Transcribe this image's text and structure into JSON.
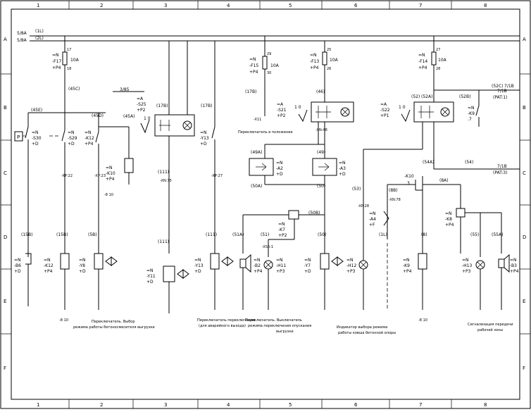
{
  "frame": {
    "columns": [
      "1",
      "2",
      "3",
      "4",
      "5",
      "6",
      "7",
      "8"
    ],
    "rows": [
      "A",
      "B",
      "C",
      "D",
      "E",
      "F"
    ]
  },
  "buses": {
    "bus1_ref": "5/8A",
    "bus1_name": "(1L)",
    "bus2_ref": "5/8A",
    "bus2_name": "(2L)",
    "bus3_ref": "3/85"
  },
  "fuses": [
    {
      "eq": "=N",
      "tag": "-F17",
      "loc": "+P4",
      "rating": "10A",
      "pin_top": "17",
      "pin_bot": "18"
    },
    {
      "eq": "=N",
      "tag": "-F15",
      "loc": "+P4",
      "rating": "10A",
      "pin_top": "29",
      "pin_bot": "30"
    },
    {
      "eq": "=N",
      "tag": "-F13",
      "loc": "+P4",
      "rating": "10A",
      "pin_top": "25",
      "pin_bot": "26"
    },
    {
      "eq": "=N",
      "tag": "-F14",
      "loc": "+P4",
      "rating": "10A",
      "pin_top": "27",
      "pin_bot": "28"
    }
  ],
  "wires": {
    "w45C": "(45C)",
    "w45E": "(45E)",
    "w45D": "(45D)",
    "w45A": "(45A)",
    "w17B_1": "(17B)",
    "w17B_2": "(17B)",
    "w17B_3": "(17B)",
    "w111_1": "(111)",
    "w111_2": "(111)",
    "w111_3": "(111)",
    "w46": "(46)",
    "w49A": "(49A)",
    "w49": "(49)",
    "w50A": "(50A)",
    "w50": "(50)",
    "w50B": "(50B)",
    "w51A": "(51A)",
    "w51": "(51)",
    "w50_b": "(50)",
    "w52": "(52)",
    "w52A": "(52A)",
    "w52B": "(52B)",
    "w52C": "(52C)",
    "w54A": "(54A)",
    "w54": "(54)",
    "w53": "(53)",
    "w8A": "(8A)",
    "w8": "(8)",
    "w8B": "(8B)",
    "w1L": "(1L)",
    "w55": "(55)",
    "w55A": "(55A)",
    "w15B": "(15B)",
    "w15B_2": "(15B)",
    "w5B": "(5B)"
  },
  "xrefs": {
    "pat1": "7/1B",
    "pat1_lbl": "(PAT:1)",
    "pat3": "7/1B",
    "pat3_lbl": "(PAT:3)",
    "x52c": "7/1B"
  },
  "switches": {
    "s30": {
      "eq": "=N",
      "tag": "-S30",
      "loc": "+D"
    },
    "s29": {
      "eq": "=N",
      "tag": "-S29",
      "loc": "+D"
    },
    "s25": {
      "eq": "=A",
      "tag": "-S25",
      "loc": "+P2",
      "pos": "1 0"
    },
    "s21": {
      "eq": "=A",
      "tag": "-S21",
      "loc": "+P2",
      "pos": "1 0"
    },
    "s22": {
      "eq": "=A",
      "tag": "-S22",
      "loc": "+P1",
      "pos": "1 0"
    }
  },
  "relays": {
    "k12a": {
      "eq": "=N",
      "tag": "-K12",
      "loc": "+P4"
    },
    "k10": {
      "eq": "=N",
      "tag": "-K10",
      "loc": "+P4"
    },
    "k9": {
      "eq": "=N",
      "tag": "-K9",
      "pin": ".7"
    },
    "k7": {
      "eq": "=N",
      "tag": "-K7",
      "loc": "+P2"
    },
    "k8": {
      "eq": "=N",
      "tag": "-K8",
      "loc": "+P4"
    },
    "k9b": {
      "eq": "=N",
      "tag": "-K9",
      "loc": "+P4"
    },
    "k10b": {
      "tag": "-K10",
      "pin": "3"
    }
  },
  "devices": {
    "b6": {
      "eq": "=N",
      "tag": "-B6",
      "loc": "+D"
    },
    "y8": {
      "eq": "=N",
      "tag": "-Y8",
      "loc": "+D"
    },
    "y13": {
      "eq": "=N",
      "tag": "-Y13",
      "loc": "+D"
    },
    "y11": {
      "eq": "=N",
      "tag": "-Y11",
      "loc": "+D"
    },
    "y13b": {
      "eq": "=N",
      "tag": "-Y13",
      "loc": "+D"
    },
    "b2": {
      "eq": "=N",
      "tag": "-B2",
      "loc": "+P4"
    },
    "h11": {
      "eq": "=N",
      "tag": "-H11",
      "loc": "+P3"
    },
    "y7": {
      "eq": "=N",
      "tag": "-Y7",
      "loc": "+D"
    },
    "h12": {
      "eq": "=N",
      "tag": "-H12",
      "loc": "+P3"
    },
    "a2": {
      "eq": "=N",
      "tag": "-A2",
      "loc": "+D"
    },
    "a3": {
      "eq": "=N",
      "tag": "-A3",
      "loc": "+D"
    },
    "a4": {
      "eq": "=N",
      "tag": "-A4",
      "loc": "+F"
    },
    "h13": {
      "eq": "=N",
      "tag": "-H13",
      "loc": "+P3"
    },
    "b3": {
      "eq": "=N",
      "tag": "-B3",
      "loc": "+P4"
    }
  },
  "terminals": {
    "xp_22": "-XP:22",
    "xp_23": "-XP:23",
    "xn_75": "-XN:75",
    "xp_27": "-XP:27",
    "xp_28": "-XP:28",
    "xs_51": "-XS5:1",
    "xn_48": "-XN:48",
    "xn_78": "-XN:78",
    "x11": "-X11"
  },
  "captions": {
    "c1": "Переключатель. Выбор",
    "c1b": "режима работы бетоносмесителя выгрузки",
    "c2": "Переключатель переключения",
    "c2b": "(для аварийного выхода)",
    "c3": "Переключатель. Выключатель",
    "c3b": "режима переключения опускания",
    "c3c": "выгрузки",
    "c4": "Переключатель в положение",
    "c5": "Индикатор выбора режима",
    "c5b": "работы ковша бетонной опоры",
    "c6": "Сигнализация передачи",
    "c6b": "рабочей зоны",
    "bottom_ref1": "-8 10",
    "bottom_ref2": "-8 10",
    "bottom_ref3": "-8 10"
  }
}
